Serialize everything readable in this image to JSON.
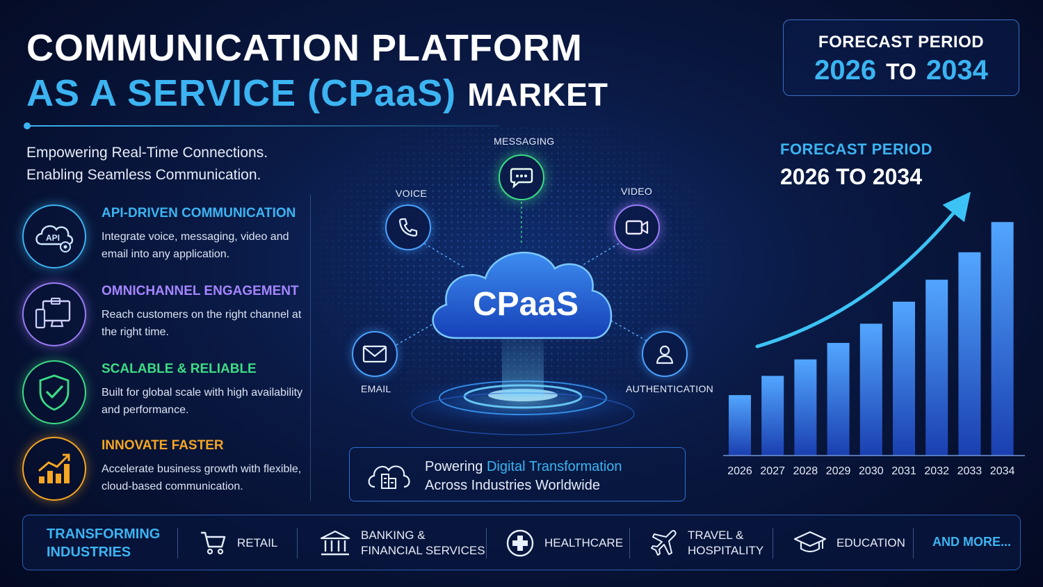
{
  "title": {
    "line1": "COMMUNICATION PLATFORM",
    "line2_highlight": "AS A SERVICE (CPaaS)",
    "line2_rest": "MARKET"
  },
  "tagline": {
    "line1": "Empowering Real-Time Connections.",
    "line2": "Enabling Seamless Communication."
  },
  "forecast_box": {
    "label": "FORECAST PERIOD",
    "start": "2026",
    "to": "TO",
    "end": "2034"
  },
  "features": [
    {
      "title": "API-DRIVEN COMMUNICATION",
      "desc": "Integrate voice, messaging, video and email into any application.",
      "icon": "api-cloud-icon",
      "color": "#3cb4f2"
    },
    {
      "title": "OMNICHANNEL ENGAGEMENT",
      "desc": "Reach customers on the right channel at the right time.",
      "icon": "devices-icon",
      "color": "#9b7cf6"
    },
    {
      "title": "SCALABLE & RELIABLE",
      "desc": "Built for global scale with high availability and performance.",
      "icon": "shield-check-icon",
      "color": "#3ddc84"
    },
    {
      "title": "INNOVATE FASTER",
      "desc": "Accelerate business growth with flexible, cloud-based communication.",
      "icon": "growth-chart-icon",
      "color": "#f5a623"
    }
  ],
  "api_icon_text": "API",
  "diagram": {
    "center": "CPaaS",
    "nodes": {
      "messaging": "MESSAGING",
      "voice": "VOICE",
      "video": "VIDEO",
      "email": "EMAIL",
      "authentication": "AUTHENTICATION"
    }
  },
  "powering": {
    "prefix": "Powering",
    "highlight": "Digital Transformation",
    "line2": "Across Industries Worldwide"
  },
  "chart_data": {
    "type": "bar",
    "title": "FORECAST PERIOD",
    "subtitle": "2026 TO 2034",
    "categories": [
      "2026",
      "2027",
      "2028",
      "2029",
      "2030",
      "2031",
      "2032",
      "2033",
      "2034"
    ],
    "values": [
      22,
      29,
      35,
      41,
      48,
      56,
      64,
      74,
      85
    ],
    "ylim": [
      0,
      100
    ],
    "trend_arrow": true,
    "grid": false,
    "colors": {
      "bar_top": "#4fa3ff",
      "bar_bottom": "#1a3fb0",
      "arrow": "#3cc3f5"
    }
  },
  "industries": {
    "title_line1": "TRANSFORMING",
    "title_line2": "INDUSTRIES",
    "items": [
      {
        "label": "RETAIL",
        "icon": "shopping-cart-icon"
      },
      {
        "label": "BANKING &\nFINANCIAL SERVICES",
        "icon": "bank-icon"
      },
      {
        "label": "HEALTHCARE",
        "icon": "medical-cross-icon"
      },
      {
        "label": "TRAVEL &\nHOSPITALITY",
        "icon": "airplane-icon"
      },
      {
        "label": "EDUCATION",
        "icon": "graduation-cap-icon"
      }
    ],
    "more": "AND MORE..."
  }
}
